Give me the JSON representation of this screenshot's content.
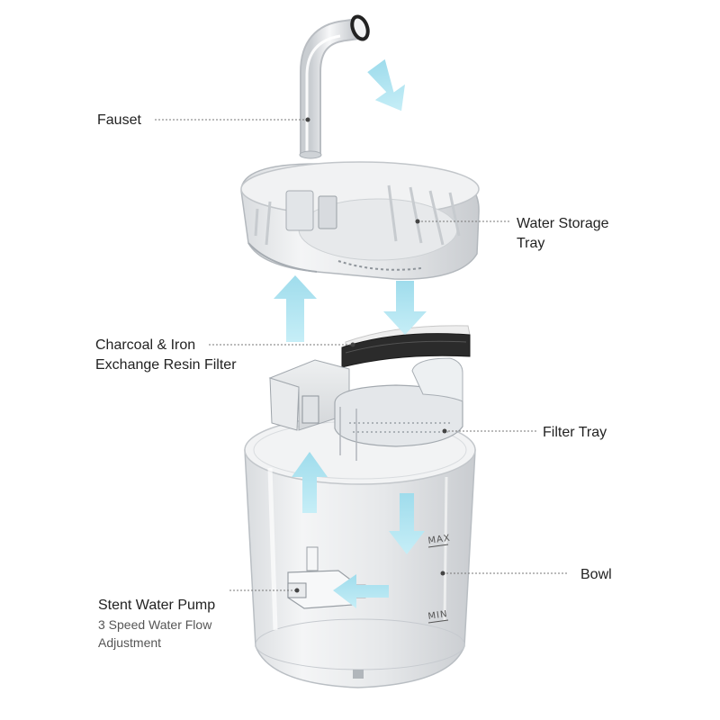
{
  "labels": {
    "faucet": "Fauset",
    "water_tray_line1": "Water Storage",
    "water_tray_line2": "Tray",
    "filter_line1": "Charcoal & Iron",
    "filter_line2": "Exchange Resin Filter",
    "filter_tray": "Filter Tray",
    "bowl": "Bowl",
    "pump_title": "Stent Water Pump",
    "pump_sub_line1": "3 Speed Water Flow",
    "pump_sub_line2": "Adjustment"
  },
  "bowl_marks": {
    "max": "MAX",
    "min": "MIN"
  },
  "colors": {
    "flow_arrow": "#a8e3f0",
    "leader_line": "#777777",
    "text": "#222222"
  }
}
